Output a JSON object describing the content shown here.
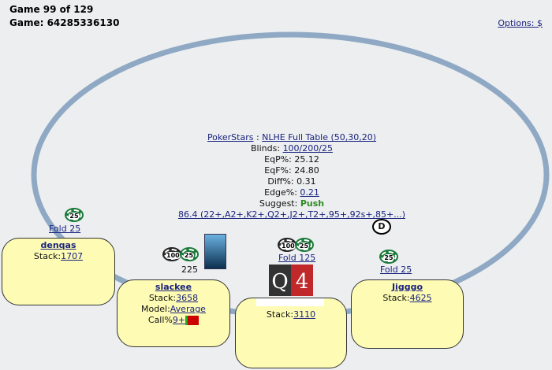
{
  "header": {
    "game_index": "Game 99 of 129",
    "game_id": "Game: 64285336130",
    "options": "Options: $"
  },
  "info": {
    "site": "PokerStars",
    "separator": " : ",
    "table_type": "NLHE Full Table (50,30,20)",
    "blinds_label": "Blinds: ",
    "blinds": "100/200/25",
    "eqp": "EqP%: 25.12",
    "eqf": "EqF%: 24.80",
    "diff": "Diff%: 0.31",
    "edge_label": "Edge%: ",
    "edge": "0.21",
    "suggest_label": "Suggest: ",
    "suggest": "Push",
    "range": "86.4 (22+,A2+,K2+,Q2+,J2+,T2+,95+,92s+,85+...)"
  },
  "dealer_button": "D",
  "players": [
    {
      "name": "denqas",
      "stack_label": "Stack:",
      "stack": "1707",
      "action": "Fold 25",
      "chips": [
        "25"
      ]
    },
    {
      "name": "slackee",
      "stack_label": "Stack:",
      "stack": "3658",
      "model_label": "Model:",
      "model": "Average",
      "call_label": "Call%",
      "call": "9+",
      "bet": "225",
      "chips": [
        "100",
        "25"
      ]
    },
    {
      "name": "",
      "stack_label": "Stack:",
      "stack": "3110",
      "action": "Fold 125",
      "chips": [
        "100",
        "25"
      ],
      "cards": [
        "Q",
        "4"
      ]
    },
    {
      "name": "Jigggo",
      "stack_label": "Stack:",
      "stack": "4625",
      "action": "Fold 25",
      "chips": [
        "25"
      ]
    }
  ],
  "colors": {
    "felt_rail": "#8fa9c4",
    "box": "#fefcb4",
    "push": "#2e8b22",
    "link": "#1a237e"
  }
}
